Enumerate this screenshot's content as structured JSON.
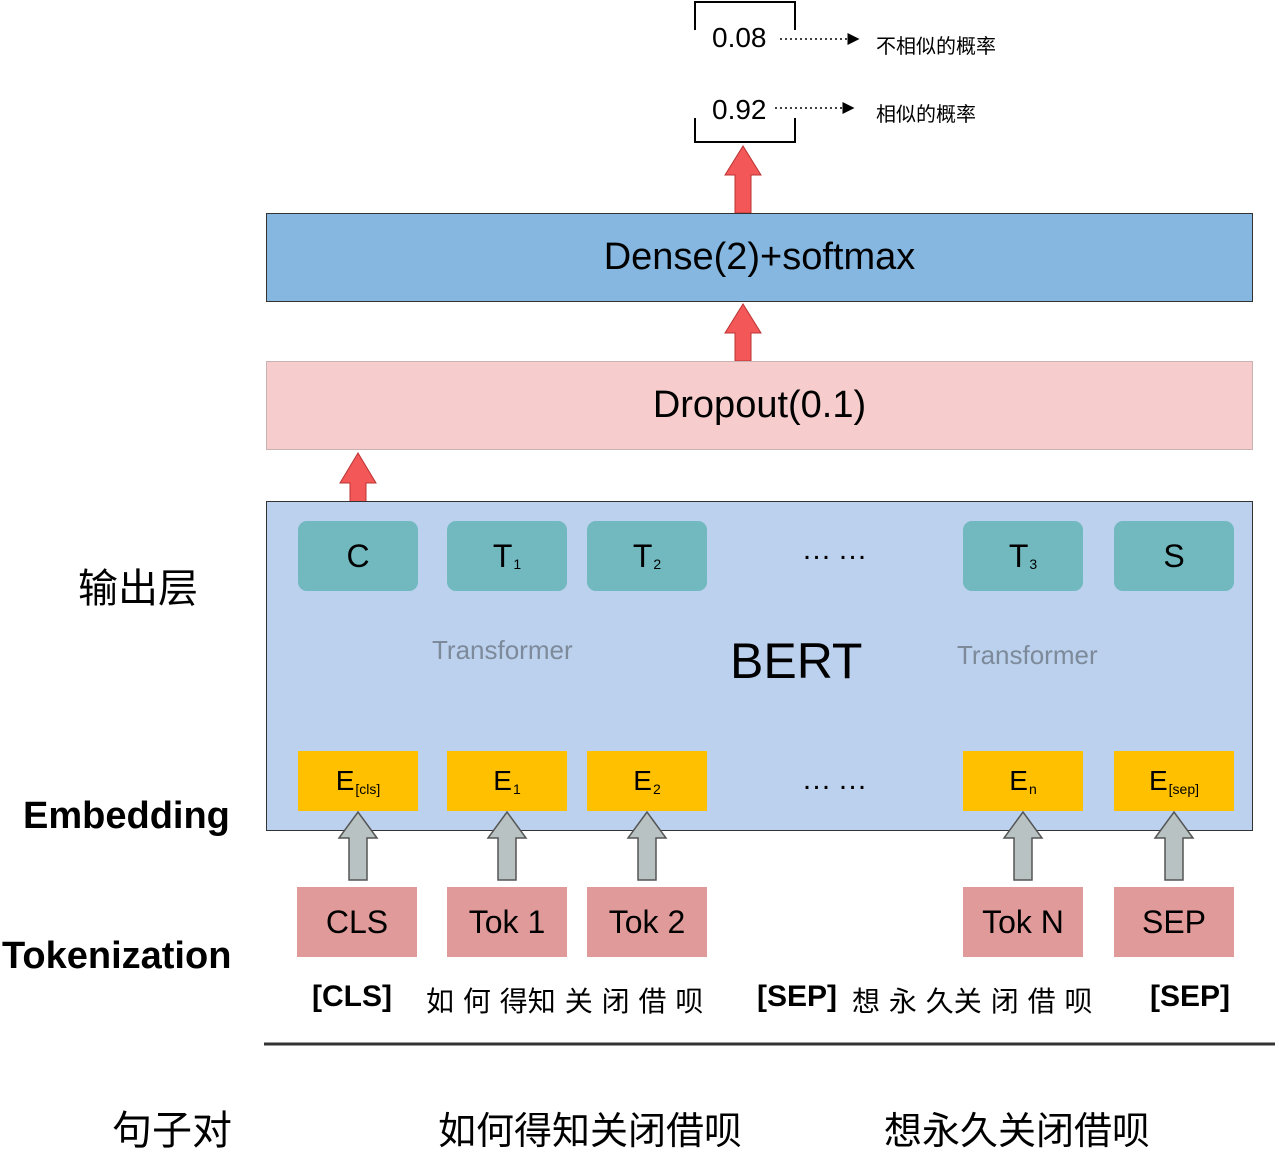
{
  "output": {
    "probs": [
      {
        "value": "0.08",
        "label": "不相似的概率"
      },
      {
        "value": "0.92",
        "label": "相似的概率"
      }
    ]
  },
  "layers": {
    "dense": "Dense(2)+softmax",
    "dropout": "Dropout(0.1)"
  },
  "bert": {
    "title": "BERT",
    "transformer_left": "Transformer",
    "transformer_right": "Transformer",
    "outputs": [
      {
        "main": "C",
        "sub": ""
      },
      {
        "main": "T",
        "sub": "1"
      },
      {
        "main": "T",
        "sub": "2"
      },
      {
        "main": "T",
        "sub": "3"
      },
      {
        "main": "S",
        "sub": ""
      }
    ],
    "embeddings": [
      {
        "main": "E",
        "sub": "[cls]"
      },
      {
        "main": "E",
        "sub": "1"
      },
      {
        "main": "E",
        "sub": "2"
      },
      {
        "main": "E",
        "sub": "n"
      },
      {
        "main": "E",
        "sub": "[sep]"
      }
    ],
    "ellipsis": "……"
  },
  "tokens": [
    "CLS",
    "Tok 1",
    "Tok 2",
    "Tok N",
    "SEP"
  ],
  "side_labels": {
    "output_layer": "输出层",
    "embedding": "Embedding",
    "tokenization": "Tokenization",
    "sentence_pair": "句子对"
  },
  "sequence": {
    "cls": "[CLS]",
    "sentence1_chars": "如 何 得知 关 闭 借 呗",
    "sep1": "[SEP]",
    "sentence2_chars": "想 永 久关 闭 借 呗",
    "sep2": "[SEP]"
  },
  "sentences": {
    "s1": "如何得知关闭借呗",
    "s2": "想永久关闭借呗"
  }
}
